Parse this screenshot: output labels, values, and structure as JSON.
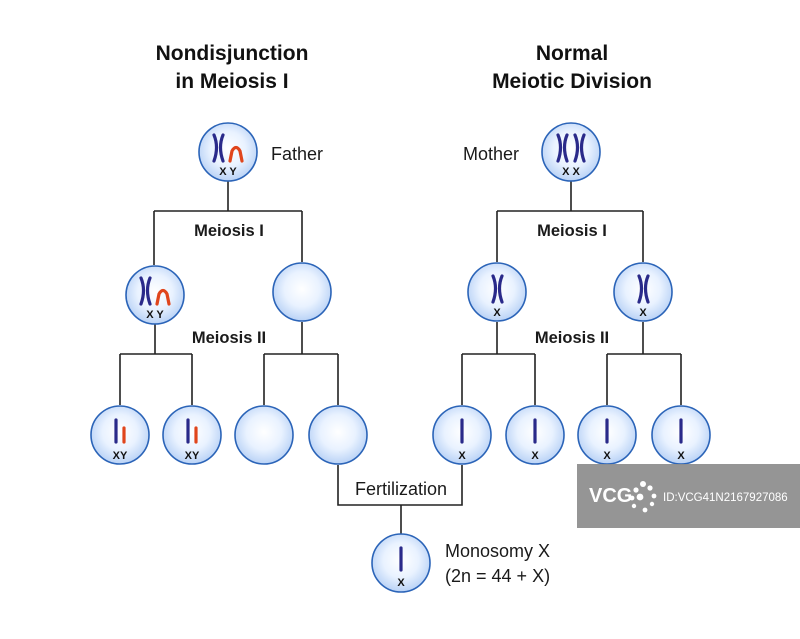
{
  "titles": {
    "left_line1": "Nondisjunction",
    "left_line2": "in Meiosis I",
    "right_line1": "Normal",
    "right_line2": "Meiotic Division"
  },
  "parents": {
    "father": "Father",
    "mother": "Mother"
  },
  "stages": {
    "meiosis_1": "Meiosis I",
    "meiosis_2": "Meiosis II",
    "fertilization": "Fertilization"
  },
  "chromosome_labels": {
    "father": "X Y",
    "mother": "X X",
    "left_meiosis1": "X Y",
    "right_meiosis1_a": "X",
    "right_meiosis1_b": "X",
    "gamete_1": "XY",
    "gamete_2": "XY",
    "gamete_5": "X",
    "gamete_6": "X",
    "gamete_7": "X",
    "gamete_8": "X",
    "zygote": "X"
  },
  "result": {
    "line1": "Monosomy X",
    "line2": "(2n = 44 + X)"
  },
  "watermark": {
    "logo": "VCG",
    "code": "ID:VCG41N2167927086"
  },
  "colors": {
    "cell_fill": "#dcebff",
    "cell_stroke": "#2b64b8",
    "x_chromosome": "#2a2a8a",
    "y_chromosome": "#e0451c",
    "watermark_bg": "#8c8c8c"
  }
}
